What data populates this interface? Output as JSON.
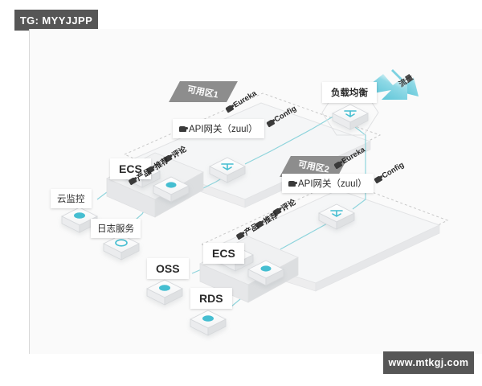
{
  "overlay": {
    "tg_tag": "TG: MYYJJPP",
    "watermark": "www.mtkgj.com"
  },
  "diagram": {
    "title": "",
    "colors": {
      "accent_cyan": "#5ec8d8",
      "connector": "#8ed4dc",
      "banner_gray": "#8d8d8d",
      "tag_gray": "#565656",
      "canvas_bg": "#fafafa",
      "panel_fill": "#f4f4f4",
      "cube_light": "#ffffff",
      "cube_shade": "#e3e4e6"
    },
    "traffic_label": "流量",
    "zones": [
      {
        "id": "zone1",
        "banner": "可用区1",
        "gateway": "API网关（zuul）",
        "registry": "Eureka",
        "config": "Config",
        "services": [
          "评论",
          "推荐",
          "产品"
        ],
        "compute": "ECS"
      },
      {
        "id": "zone2",
        "banner": "可用区2",
        "gateway": "API网关（zuul）",
        "registry": "Eureka",
        "config": "Config",
        "services": [
          "评论",
          "推荐",
          "产品"
        ],
        "compute": "ECS"
      }
    ],
    "nodes": {
      "load_balancer": "负载均衡",
      "cloud_monitor": "云监控",
      "log_service": "日志服务",
      "oss": "OSS",
      "rds": "RDS"
    }
  }
}
